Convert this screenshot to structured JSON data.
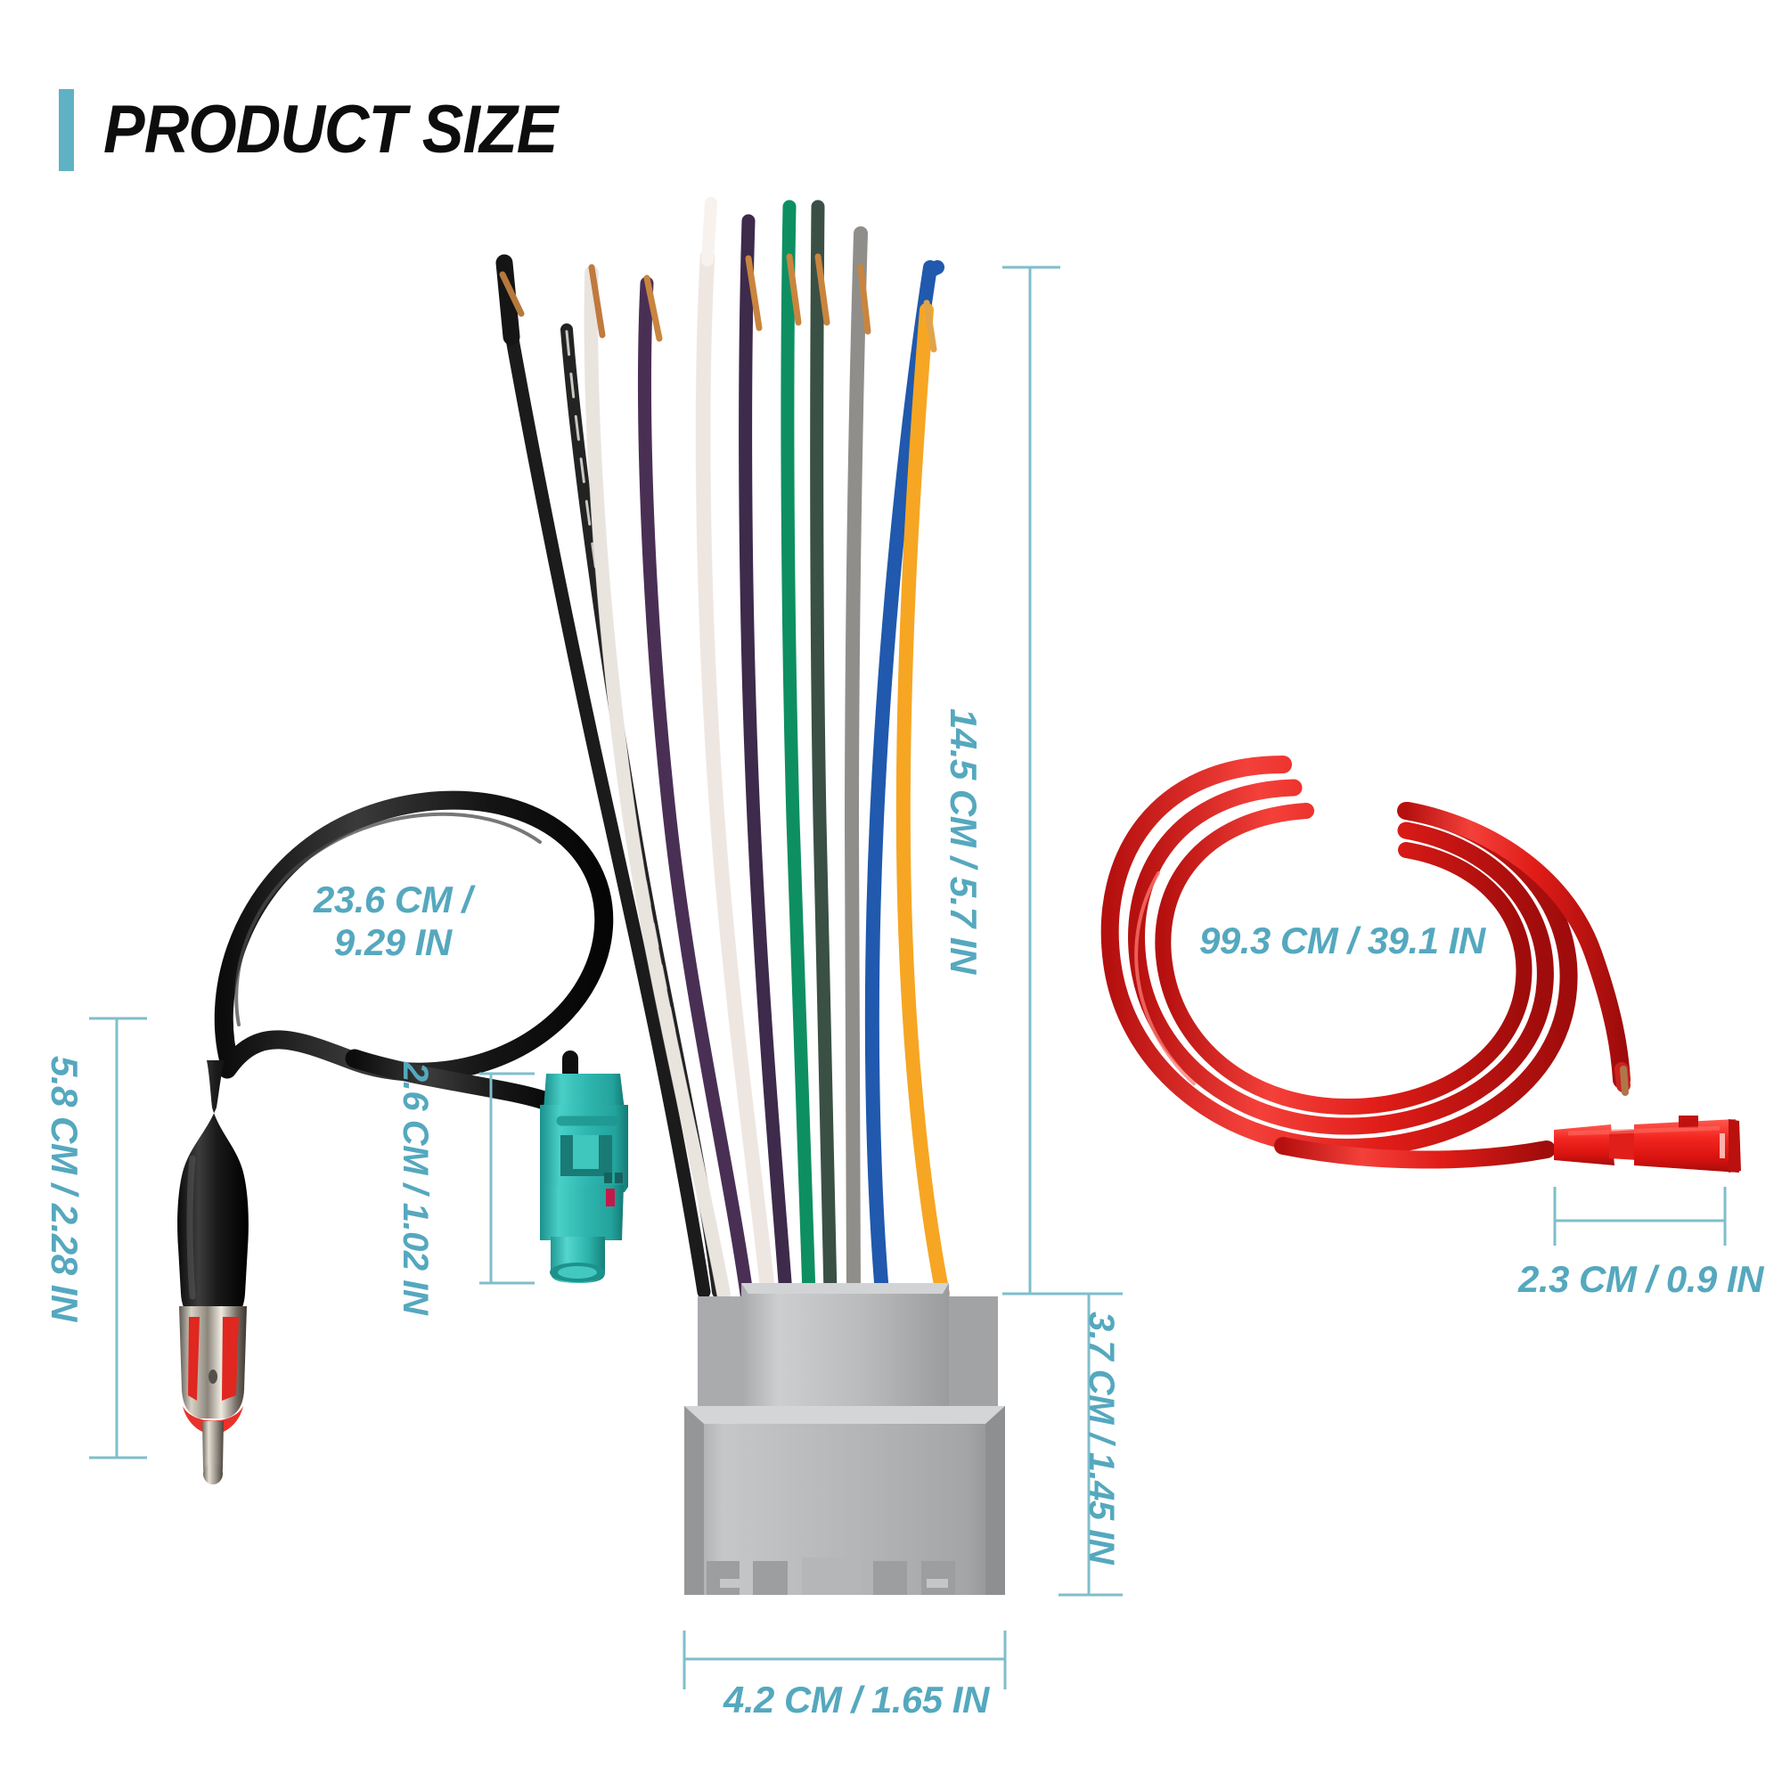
{
  "header": {
    "title": "PRODUCT SIZE",
    "accent_color": "#5FB2C4"
  },
  "theme": {
    "dimension_text_color": "#55A8BE",
    "dimension_line_color": "#7FBECB",
    "background": "#ffffff"
  },
  "measurements": {
    "antenna_cable_length": {
      "line1": "23.6 CM /",
      "line2": "9.29 IN",
      "full": "23.6 CM / 9.29 IN"
    },
    "antenna_plug_length": {
      "full": "5.8 CM / 2.28 IN"
    },
    "fakra_connector_length": {
      "full": "2.6 CM / 1.02 IN"
    },
    "harness_wire_length": {
      "full": "14.5 CM / 5.7 IN"
    },
    "harness_connector_height": {
      "full": "3.7 CM / 1.45 IN"
    },
    "harness_connector_width": {
      "full": "4.2 CM / 1.65 IN"
    },
    "red_wire_length": {
      "full": "99.3 CM / 39.1 IN"
    },
    "red_terminal_length": {
      "full": "2.3 CM / 0.9 IN"
    }
  },
  "parts": {
    "antenna_adapter": {
      "name": "Antenna adapter cable",
      "plug_label": "antenna-male-plug",
      "connector_label": "fakra-female-connector",
      "connector_color": "#2FB5AE",
      "cable_color": "#1c1c1c"
    },
    "wire_harness": {
      "name": "Radio wiring harness",
      "connector_color": "#b7b8ba",
      "wires": [
        {
          "name": "black",
          "color": "#1d1d1d"
        },
        {
          "name": "black-white-stripe",
          "color": "#2a2a2a"
        },
        {
          "name": "white",
          "color": "#f4f0ec"
        },
        {
          "name": "violet",
          "color": "#4a3054"
        },
        {
          "name": "white-pink",
          "color": "#f2e9e7"
        },
        {
          "name": "violet-dark",
          "color": "#3b2748"
        },
        {
          "name": "green",
          "color": "#0c8f62"
        },
        {
          "name": "dark-green",
          "color": "#2f4f41"
        },
        {
          "name": "gray",
          "color": "#8d8c88"
        },
        {
          "name": "blue",
          "color": "#1f56ab"
        },
        {
          "name": "orange",
          "color": "#f5a623"
        }
      ]
    },
    "red_power_wire": {
      "name": "Red power wire with terminal",
      "wire_color": "#e8221f",
      "terminal_color": "#f2211d"
    }
  }
}
